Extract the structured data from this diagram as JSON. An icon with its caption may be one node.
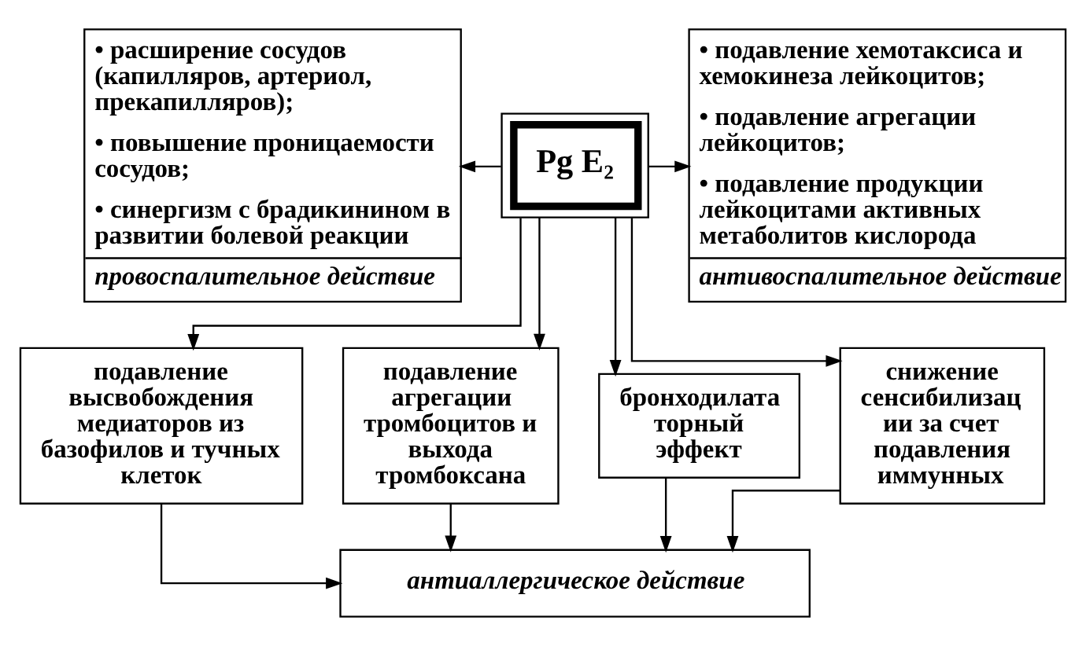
{
  "diagram": {
    "nodes": [
      {
        "text": [
          "• расширение сосудов (капилляров, артериол, прекапилляров);",
          "• повышение проницаемости сосудов;",
          "• синергизм с брадикинином в развитии болевой реакции",
          "провоспалительное действие"
        ]
      },
      {
        "text": [
          "Pg E₂"
        ]
      },
      {
        "text": [
          "• подавление хемотаксиса и хемокинеза лейкоцитов;",
          "• подавление агрегации лейкоцитов;",
          "• подавление продукции лейкоцитами активных метаболитов кислорода",
          "антивоспалительное действие"
        ]
      },
      {
        "text": [
          "подавление высвобождения медиаторов из базофилов и тучных клеток"
        ]
      },
      {
        "text": [
          "подавление агрегации тромбоцитов и выхода тромбоксана"
        ]
      },
      {
        "text": [
          "бронходилата торный эффект"
        ]
      },
      {
        "text": [
          "снижение сенсибилизац ии за счет подавления иммунных"
        ]
      },
      {
        "text": [
          "антиаллергическое действие"
        ]
      }
    ],
    "edges": [
      {
        "from": 1,
        "to": 0,
        "arrow": "to"
      },
      {
        "from": 1,
        "to": 2,
        "arrow": "to"
      },
      {
        "from": 1,
        "to": 3,
        "arrow": "to"
      },
      {
        "from": 1,
        "to": 4,
        "arrow": "to"
      },
      {
        "from": 1,
        "to": 5,
        "arrow": "to"
      },
      {
        "from": 1,
        "to": 6,
        "arrow": "to"
      },
      {
        "from": 3,
        "to": 7,
        "arrow": "to"
      },
      {
        "from": 4,
        "to": 7,
        "arrow": "to"
      },
      {
        "from": 5,
        "to": 7,
        "arrow": "to"
      },
      {
        "from": 6,
        "to": 7,
        "arrow": "to"
      }
    ]
  }
}
